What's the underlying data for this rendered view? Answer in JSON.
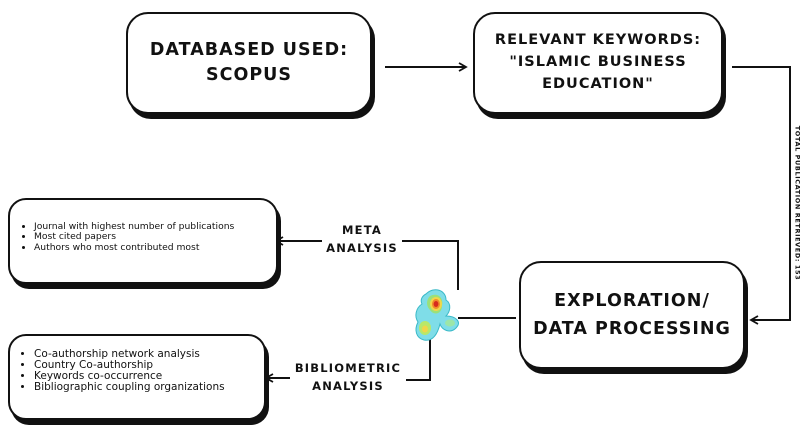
{
  "boxes": {
    "database": {
      "line1": "DATABASED USED:",
      "line2": "SCOPUS"
    },
    "keywords": {
      "line1": "RELEVANT KEYWORDS:",
      "line2": "\"ISLAMIC BUSINESS",
      "line3": "EDUCATION\""
    },
    "exploration": {
      "line1": "EXPLORATION/",
      "line2": "DATA PROCESSING"
    }
  },
  "side_label": "TOTAL PUBLICATION RETRIEVED: 153",
  "meta": {
    "title_line1": "META",
    "title_line2": "ANALYSIS",
    "items": [
      "Journal with highest number of publications",
      "Most cited papers",
      "Authors who most contributed most"
    ]
  },
  "bibliometric": {
    "title_line1": "BIBLIOMETRIC",
    "title_line2": "ANALYSIS",
    "items": [
      "Co-authorship network analysis",
      "Country Co-authorship",
      "Keywords co-occurrence",
      "Bibliographic coupling organizations"
    ]
  },
  "icons": {
    "heatmap": "heatmap-blob-icon",
    "arrow": "arrow-icon"
  }
}
